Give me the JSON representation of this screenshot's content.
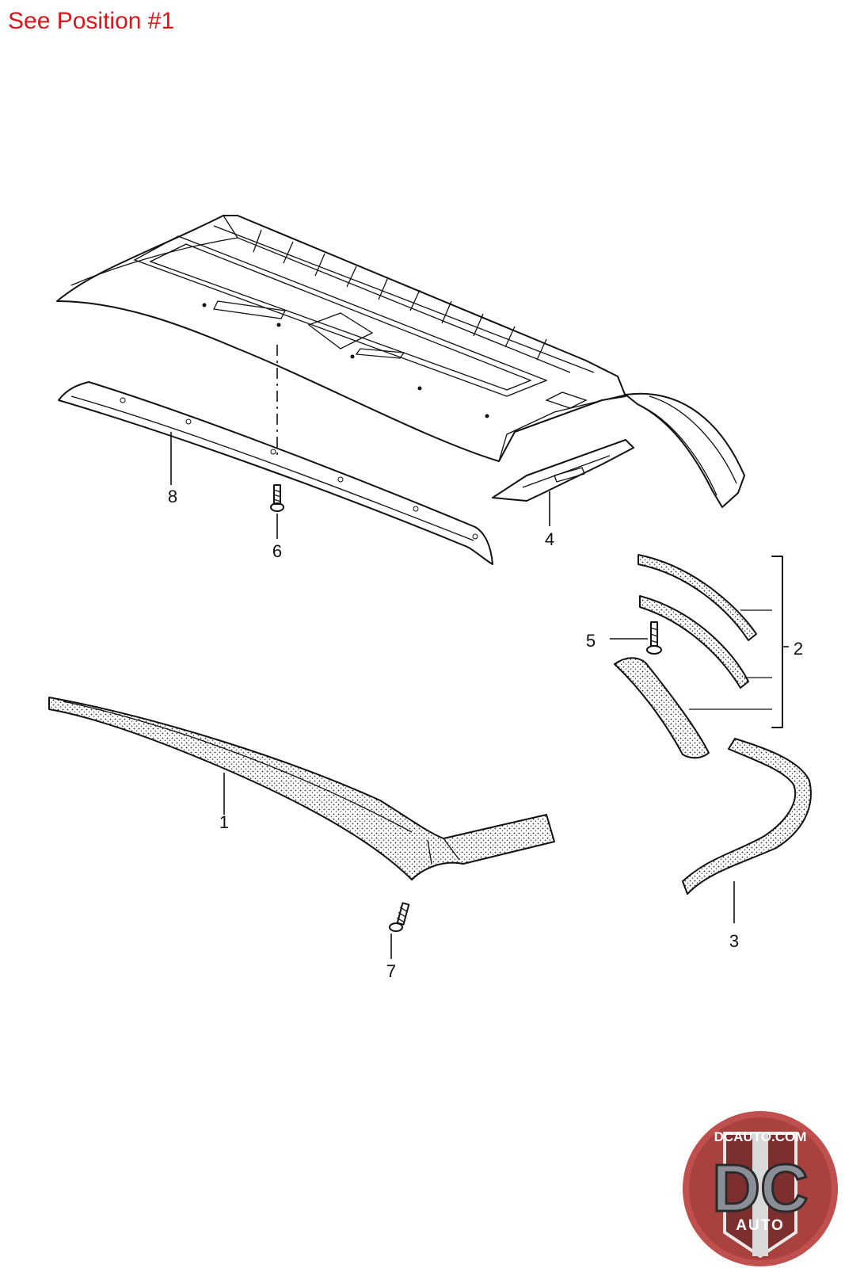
{
  "heading": "See Position #1",
  "callouts": {
    "c1": "1",
    "c2": "2",
    "c3": "3",
    "c4": "4",
    "c5": "5",
    "c6": "6",
    "c7": "7",
    "c8": "8"
  },
  "logo": {
    "top_text": "DCAUTO.COM",
    "main_text": "DC",
    "bottom_text": "AUTO",
    "colors": {
      "ring": "#c0504d",
      "badge": "#7d2f2f",
      "letters": "#8a8f97"
    }
  },
  "colors": {
    "heading": "#d8161b",
    "line_art": "#111111"
  }
}
